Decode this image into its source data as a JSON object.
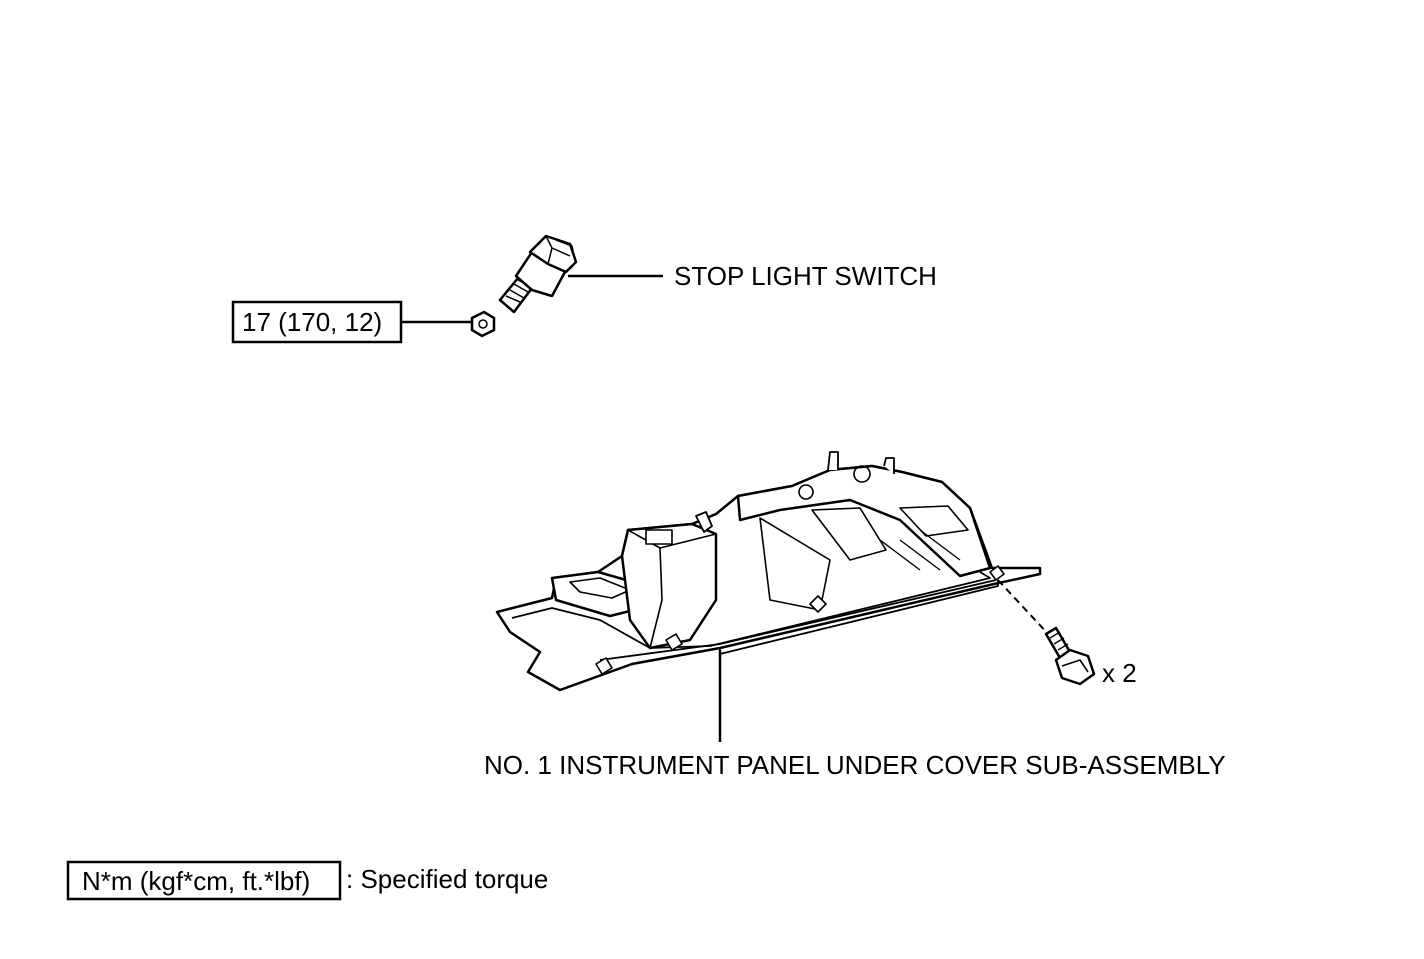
{
  "labels": {
    "stop_light_switch": "STOP LIGHT SWITCH",
    "torque_value": "17 (170, 12)",
    "under_cover": "NO. 1 INSTRUMENT PANEL UNDER COVER SUB-ASSEMBLY",
    "bolt_qty": "x 2"
  },
  "legend": {
    "unit": "N*m (kgf*cm, ft.*lbf)",
    "meaning": ": Specified torque"
  }
}
